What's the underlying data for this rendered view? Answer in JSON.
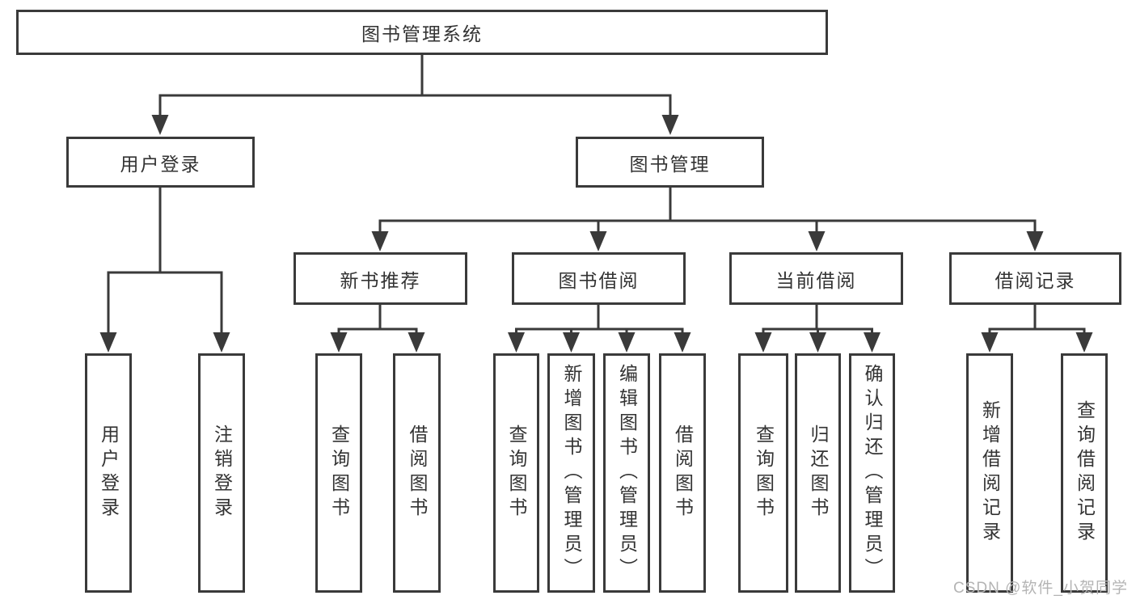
{
  "colors": {
    "line": "#3a3a3a",
    "text": "#333333",
    "wm": "#b4b4b4",
    "bg": "#ffffff"
  },
  "tree": {
    "root": {
      "label": "图书管理系统"
    },
    "branches": [
      {
        "label": "用户登录",
        "children": [
          {
            "label": "用户登录"
          },
          {
            "label": "注销登录"
          }
        ]
      },
      {
        "label": "图书管理",
        "sections": [
          {
            "label": "新书推荐",
            "children": [
              {
                "label": "查询图书"
              },
              {
                "label": "借阅图书"
              }
            ]
          },
          {
            "label": "图书借阅",
            "children": [
              {
                "label": "查询图书"
              },
              {
                "label": "新增图书（管理员）"
              },
              {
                "label": "编辑图书（管理员）"
              },
              {
                "label": "借阅图书"
              }
            ]
          },
          {
            "label": "当前借阅",
            "children": [
              {
                "label": "查询图书"
              },
              {
                "label": "归还图书"
              },
              {
                "label": "确认归还（管理员）"
              }
            ]
          },
          {
            "label": "借阅记录",
            "children": [
              {
                "label": "新增借阅记录"
              },
              {
                "label": "查询借阅记录"
              }
            ]
          }
        ]
      }
    ]
  },
  "watermark": {
    "text": "CSDN @软件_小贺同学"
  }
}
